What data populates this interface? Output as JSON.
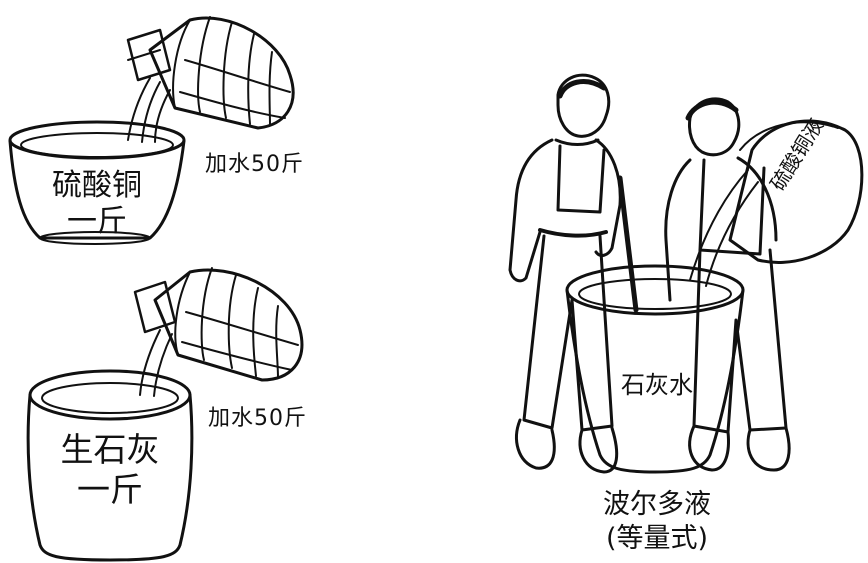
{
  "illustration": {
    "top_left": {
      "pot_label_line1": "硫酸铜",
      "pot_label_line2": "一斤",
      "water_note": "加水50斤"
    },
    "bottom_left": {
      "pot_label_line1": "生石灰",
      "pot_label_line2": "一斤",
      "water_note": "加水50斤"
    },
    "right": {
      "tub_label": "石灰水",
      "vessel_label": "硫酸铜液",
      "caption_line1": "波尔多液",
      "caption_line2": "(等量式)"
    }
  },
  "colors": {
    "ink": "#111111",
    "paper": "#ffffff"
  }
}
